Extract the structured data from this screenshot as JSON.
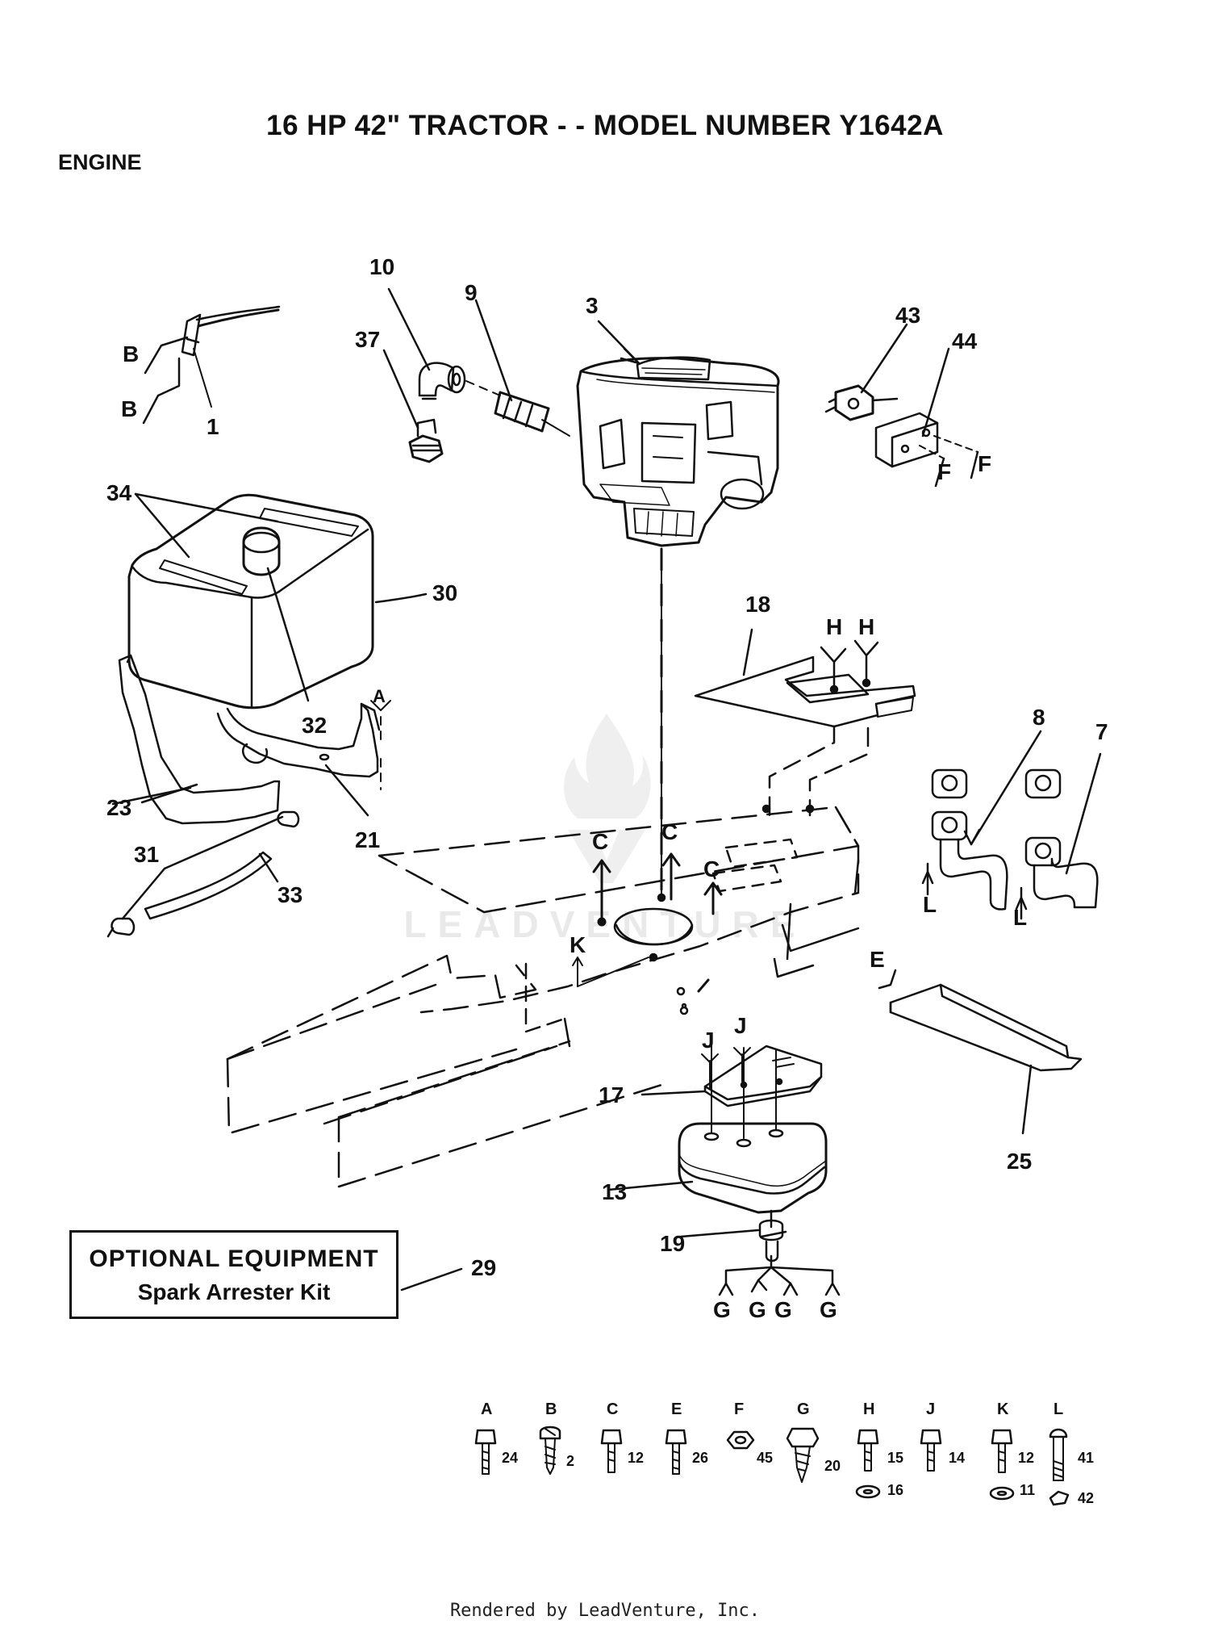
{
  "header": {
    "title": "16 HP 42\" TRACTOR - - MODEL NUMBER Y1642A",
    "section": "ENGINE"
  },
  "callouts": {
    "c1": "1",
    "c3": "3",
    "c7": "7",
    "c8": "8",
    "c9": "9",
    "c10": "10",
    "c13": "13",
    "c17": "17",
    "c18": "18",
    "c19": "19",
    "c21": "21",
    "c23": "23",
    "c25": "25",
    "c29": "29",
    "c30": "30",
    "c31": "31",
    "c32": "32",
    "c33": "33",
    "c34": "34",
    "c37": "37",
    "c43": "43",
    "c44": "44"
  },
  "refs": {
    "A": "A",
    "B": "B",
    "C": "C",
    "E": "E",
    "F": "F",
    "G": "G",
    "H": "H",
    "J": "J",
    "K": "K",
    "L": "L"
  },
  "optional_box": {
    "title": "OPTIONAL EQUIPMENT",
    "subtitle": "Spark Arrester Kit"
  },
  "fastener_key": [
    {
      "letter": "A",
      "part": "24"
    },
    {
      "letter": "B",
      "part": "2"
    },
    {
      "letter": "C",
      "part": "12"
    },
    {
      "letter": "E",
      "part": "26"
    },
    {
      "letter": "F",
      "part": "45"
    },
    {
      "letter": "G",
      "part": "20"
    },
    {
      "letter": "H",
      "part": "15",
      "washer": "16"
    },
    {
      "letter": "J",
      "part": "14"
    },
    {
      "letter": "K",
      "part": "12",
      "washer": "11"
    },
    {
      "letter": "L",
      "part": "41",
      "washer": "42"
    }
  ],
  "watermark": "LEADVENTURE",
  "footer": "Rendered by LeadVenture, Inc."
}
